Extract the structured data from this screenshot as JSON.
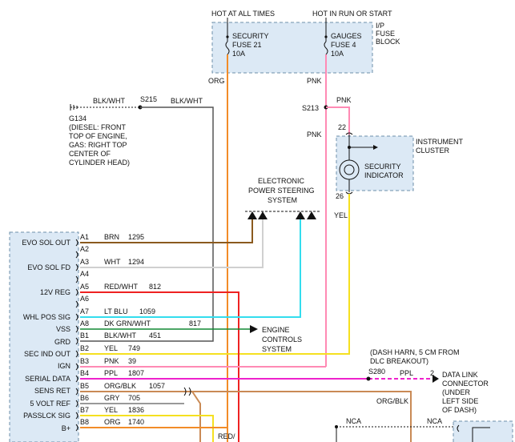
{
  "top": {
    "hot_all_times": "HOT AT ALL TIMES",
    "hot_run_start": "HOT IN RUN OR START"
  },
  "fuse_block": {
    "label_1": "I/P",
    "label_2": "FUSE",
    "label_3": "BLOCK",
    "fuse1_name_1": "SECURITY",
    "fuse1_name_2": "FUSE 21",
    "fuse1_amp": "10A",
    "fuse2_name_1": "GAUGES",
    "fuse2_name_2": "FUSE 4",
    "fuse2_amp": "10A"
  },
  "wires": {
    "org": "ORG",
    "pnk": "PNK",
    "pnk2": "PNK",
    "pnk3": "PNK",
    "s213": "S213",
    "s215": "S215",
    "blkwht_left": "BLK/WHT",
    "blkwht_right": "BLK/WHT",
    "yel": "YEL",
    "red_bottom": "RED/",
    "orgblk_right": "ORG/BLK",
    "ppl": "PPL",
    "s280": "S280",
    "nca_1": "NCA",
    "nca_2": "NCA"
  },
  "ground": {
    "id": "G134",
    "line_1": "(DIESEL: FRONT",
    "line_2": "TOP OF ENGINE,",
    "line_3": "GAS: RIGHT TOP",
    "line_4": "CENTER OF",
    "line_5": "CYLINDER HEAD)"
  },
  "cluster": {
    "line_1": "INSTRUMENT",
    "line_2": "CLUSTER",
    "ind_1": "SECURITY",
    "ind_2": "INDICATOR",
    "pin_top": "22",
    "pin_bottom": "26"
  },
  "eps": {
    "line_1": "ELECTRONIC",
    "line_2": "POWER STEERING",
    "line_3": "SYSTEM"
  },
  "ecs": {
    "line_1": "ENGINE",
    "line_2": "CONTROLS",
    "line_3": "SYSTEM"
  },
  "dlc": {
    "note_1": "(DASH HARN, 5 CM FROM",
    "note_2": "DLC BREAKOUT)",
    "pin": "2",
    "line_1": "DATA LINK",
    "line_2": "CONNECTOR",
    "line_3": "(UNDER",
    "line_4": "LEFT SIDE",
    "line_5": "OF DASH)"
  },
  "module_labels": [
    "EVO SOL OUT",
    "EVO SOL FD",
    "12V REG",
    "WHL POS SIG",
    "VSS",
    "GRD",
    "SEC IND OUT",
    "IGN",
    "SERIAL DATA",
    "SENS RET",
    "5 VOLT REF",
    "PASSLCK SIG",
    "B+"
  ],
  "pins": [
    "A1",
    "A2",
    "A3",
    "A4",
    "A5",
    "A6",
    "A7",
    "A8",
    "B1",
    "B2",
    "B3",
    "B4",
    "B5",
    "B6",
    "B7",
    "B8"
  ],
  "pin_wires": [
    {
      "color": "BRN",
      "circuit": "1295"
    },
    {
      "color": "",
      "circuit": ""
    },
    {
      "color": "WHT",
      "circuit": "1294"
    },
    {
      "color": "",
      "circuit": ""
    },
    {
      "color": "RED/WHT",
      "circuit": "812"
    },
    {
      "color": "",
      "circuit": ""
    },
    {
      "color": "LT BLU",
      "circuit": "1059"
    },
    {
      "color": "DK GRN/WHT",
      "circuit": "817"
    },
    {
      "color": "BLK/WHT",
      "circuit": "451"
    },
    {
      "color": "YEL",
      "circuit": "749"
    },
    {
      "color": "PNK",
      "circuit": "39"
    },
    {
      "color": "PPL",
      "circuit": "1807"
    },
    {
      "color": "ORG/BLK",
      "circuit": "1057"
    },
    {
      "color": "GRY",
      "circuit": "705"
    },
    {
      "color": "YEL",
      "circuit": "1836"
    },
    {
      "color": "ORG",
      "circuit": "1740"
    }
  ],
  "colors": {
    "org": "#f28c28",
    "pnk": "#ff8ab4",
    "brn": "#8b5a1e",
    "wht": "#d0d0d0",
    "red": "#ee2222",
    "ltblu": "#33ddee",
    "dkgrn": "#118833",
    "blk": "#555555",
    "yel": "#f5e020",
    "ppl": "#ee22cc",
    "gry": "#999999",
    "box_fill": "#dce9f5",
    "box_border": "#6c8faa"
  }
}
